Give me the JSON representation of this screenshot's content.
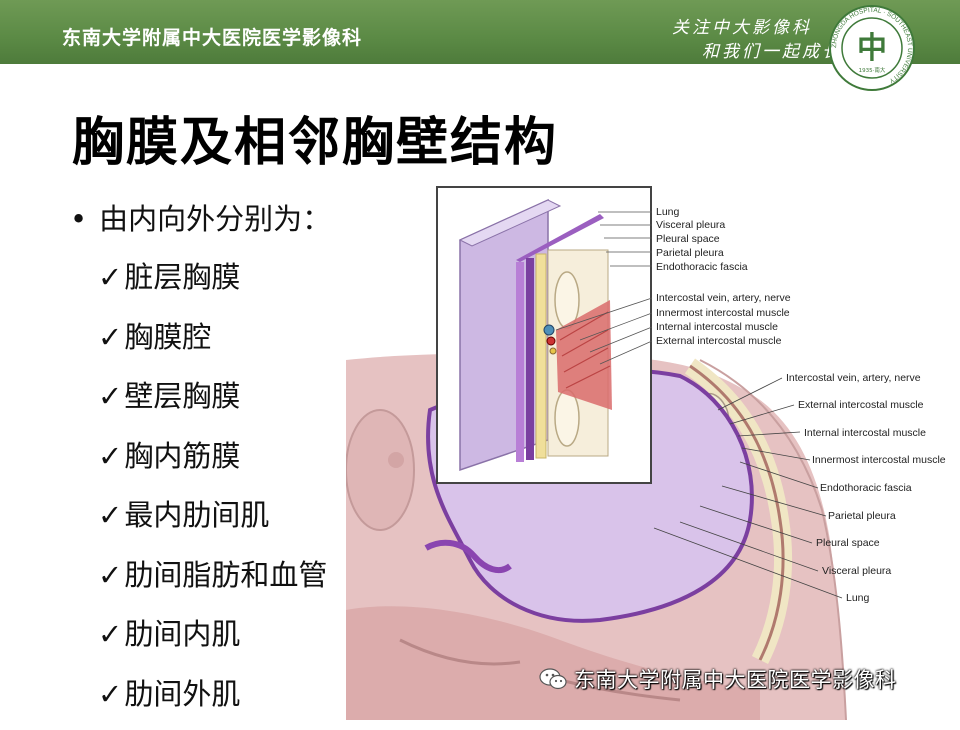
{
  "header": {
    "org": "东南大学附属中大医院医学影像科",
    "slogan_line1": "关注中大影像科",
    "slogan_line2": "和我们一起成长",
    "logo_glyph": "中",
    "logo_ring_text": "ZHONGDA HOSPITAL · SOUTHEAST UNIVERSITY",
    "logo_year": "1935·南大",
    "color": "#5b8a45"
  },
  "page": {
    "title": "胸膜及相邻胸壁结构",
    "bullet": "•",
    "intro": "由内向外分别为：",
    "check": "✓",
    "items": [
      "脏层胸膜",
      "胸膜腔",
      "壁层胸膜",
      "胸内筋膜",
      "最内肋间肌",
      "肋间脂肪和血管",
      "肋间内肌",
      "肋间外肌"
    ]
  },
  "figure": {
    "inset_labels": [
      "Lung",
      "Visceral pleura",
      "Pleural space",
      "Parietal pleura",
      "Endothoracic fascia",
      "Intercostal vein, artery, nerve",
      "Innermost intercostal muscle",
      "Internal intercostal muscle",
      "External intercostal muscle"
    ],
    "cross_labels": [
      "Intercostal vein, artery, nerve",
      "External intercostal muscle",
      "Internal intercostal muscle",
      "Innermost intercostal muscle",
      "Endothoracic fascia",
      "Parietal pleura",
      "Pleural space",
      "Visceral pleura",
      "Lung"
    ]
  },
  "watermark": {
    "text": "东南大学附属中大医院医学影像科",
    "icon": "wechat-icon"
  }
}
